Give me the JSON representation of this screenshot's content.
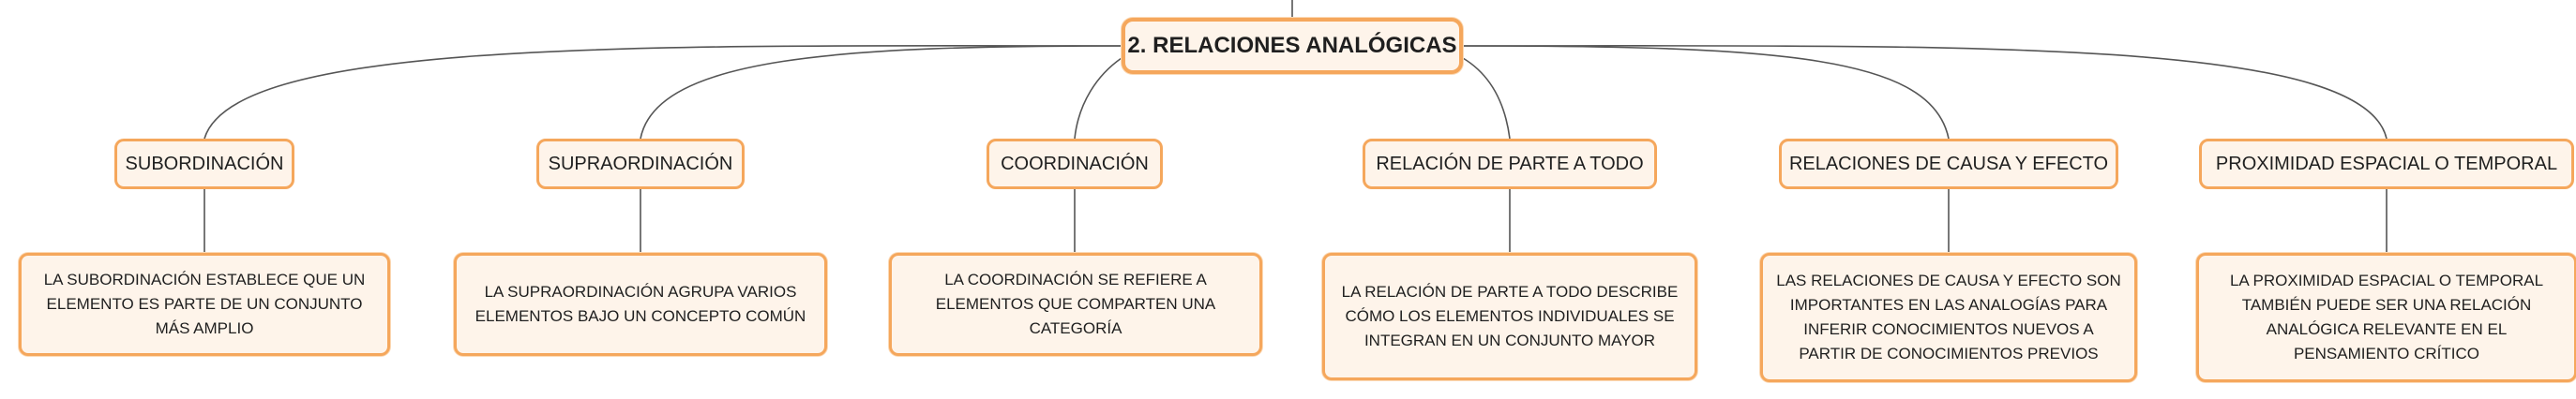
{
  "root": {
    "title": "2. RELACIONES ANALÓGICAS"
  },
  "branches": [
    {
      "category": "SUBORDINACIÓN",
      "description": "LA SUBORDINACIÓN ESTABLECE QUE UN ELEMENTO ES PARTE DE UN CONJUNTO MÁS AMPLIO"
    },
    {
      "category": "SUPRAORDINACIÓN",
      "description": "LA SUPRAORDINACIÓN AGRUPA VARIOS ELEMENTOS BAJO UN CONCEPTO COMÚN"
    },
    {
      "category": "COORDINACIÓN",
      "description": "LA COORDINACIÓN SE REFIERE A ELEMENTOS QUE COMPARTEN UNA CATEGORÍA"
    },
    {
      "category": "RELACIÓN DE PARTE A TODO",
      "description": "LA RELACIÓN DE PARTE A TODO DESCRIBE CÓMO LOS ELEMENTOS INDIVIDUALES SE INTEGRAN EN UN CONJUNTO MAYOR"
    },
    {
      "category": "RELACIONES DE CAUSA Y EFECTO",
      "description": "LAS RELACIONES DE CAUSA Y EFECTO SON IMPORTANTES EN LAS ANALOGÍAS PARA INFERIR CONOCIMIENTOS NUEVOS A PARTIR DE CONOCIMIENTOS PREVIOS"
    },
    {
      "category": "PROXIMIDAD ESPACIAL O TEMPORAL",
      "description": "LA PROXIMIDAD ESPACIAL O TEMPORAL TAMBIÉN PUEDE SER UNA RELACIÓN ANALÓGICA RELEVANTE EN EL PENSAMIENTO CRÍTICO"
    }
  ],
  "colors": {
    "border": "#f5a75c",
    "fill": "#fef4ea",
    "line": "#555555",
    "text": "#1f1f1f"
  }
}
